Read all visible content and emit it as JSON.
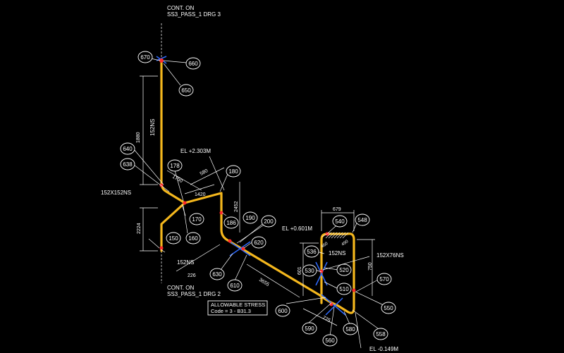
{
  "colors": {
    "background": "#000000",
    "pipe": "#f4b71d",
    "annotation": "#ffffff",
    "restraint": "#2f6bff",
    "node": "#ff2a2a"
  },
  "continuation_top": {
    "line1": "CONT. ON",
    "line2": "SS3_PASS_1 DRG 3"
  },
  "continuation_bottom": {
    "line1": "CONT. ON",
    "line2": "SS3_PASS_1 DRG 2"
  },
  "nodes": [
    "670",
    "660",
    "650",
    "640",
    "638",
    "178",
    "180",
    "170",
    "160",
    "150",
    "186",
    "190",
    "200",
    "620",
    "630",
    "610",
    "600",
    "590",
    "580",
    "560",
    "550",
    "558",
    "570",
    "510",
    "520",
    "530",
    "536",
    "540",
    "548"
  ],
  "elevations": {
    "el1": "EL +2.303M",
    "el2": "EL +0.601M",
    "el3": "EL -0.149M"
  },
  "sizes": {
    "s1": "152NS",
    "s2": "152X152NS",
    "s3": "152NS",
    "s4": "152NS",
    "s5": "152X76NS"
  },
  "dimensions": {
    "d1880": "1880",
    "d1750": "1750",
    "d580": "580",
    "d1420": "1420",
    "d2452": "2452",
    "d2224": "2224",
    "d226": "226",
    "d3655": "3655",
    "d775": "775",
    "d679": "679",
    "d460": "460",
    "d490": "490",
    "d601": "601",
    "d750": "750"
  },
  "stress_box": {
    "line1": "ALLOWABLE STRESS",
    "line2": "Code = 3 - B31.3"
  }
}
